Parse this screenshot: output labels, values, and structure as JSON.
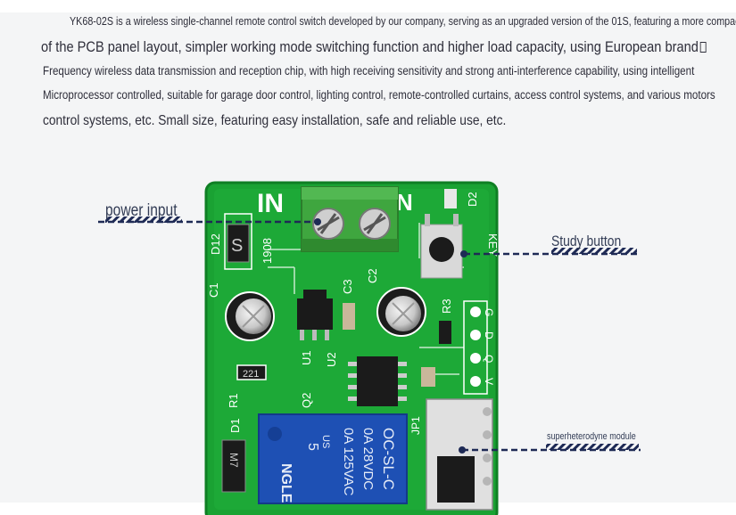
{
  "description": {
    "line1": "YK68-02S is a wireless single-channel remote control switch developed by our company, serving as an upgraded version of the 01S, featuring a more compact",
    "line2": "of the PCB panel layout, simpler working mode switching function and higher load capacity, using European brand",
    "line3": "Frequency wireless data transmission and reception chip, with high receiving sensitivity and strong anti-interference capability, using intelligent",
    "line4": "Microprocessor controlled, suitable for garage door control, lighting control, remote-controlled curtains, access control systems, and various motors",
    "line5": "control systems, etc. Small size, featuring easy installation, safe and reliable use, etc."
  },
  "callouts": {
    "power_input": "power input",
    "study_button": "Study button",
    "superheterodyne_module": "superheterodyne module"
  },
  "board": {
    "silkscreen": {
      "in": "IN",
      "n": "N",
      "d2": "D2",
      "d12": "D12",
      "d12_diode": "S",
      "code_1908": "1908",
      "c1": "C1",
      "c2": "C2",
      "c3": "C3",
      "u1": "U1",
      "u2": "U2",
      "r1": "R1",
      "r3": "R3",
      "q2": "Q2",
      "d1": "D1",
      "d1_diode": "M7",
      "resistor": "221",
      "key": "KEY",
      "jp1": "JP1",
      "pins": [
        "G",
        "D",
        "Q",
        "V"
      ]
    },
    "relay": {
      "num": "5",
      "us": "US",
      "brand": "NGLE",
      "rating1": "0A 125VAC",
      "rating2": "0A 28VDC",
      "model": "OC-SL-C"
    }
  },
  "colors": {
    "pcb": "#1aa233",
    "pcb_edge": "#0f7f24",
    "terminal": "#3fa63f",
    "relay": "#1e50b4",
    "callout_line": "#1e2a55",
    "text": "#2e2e3a"
  }
}
